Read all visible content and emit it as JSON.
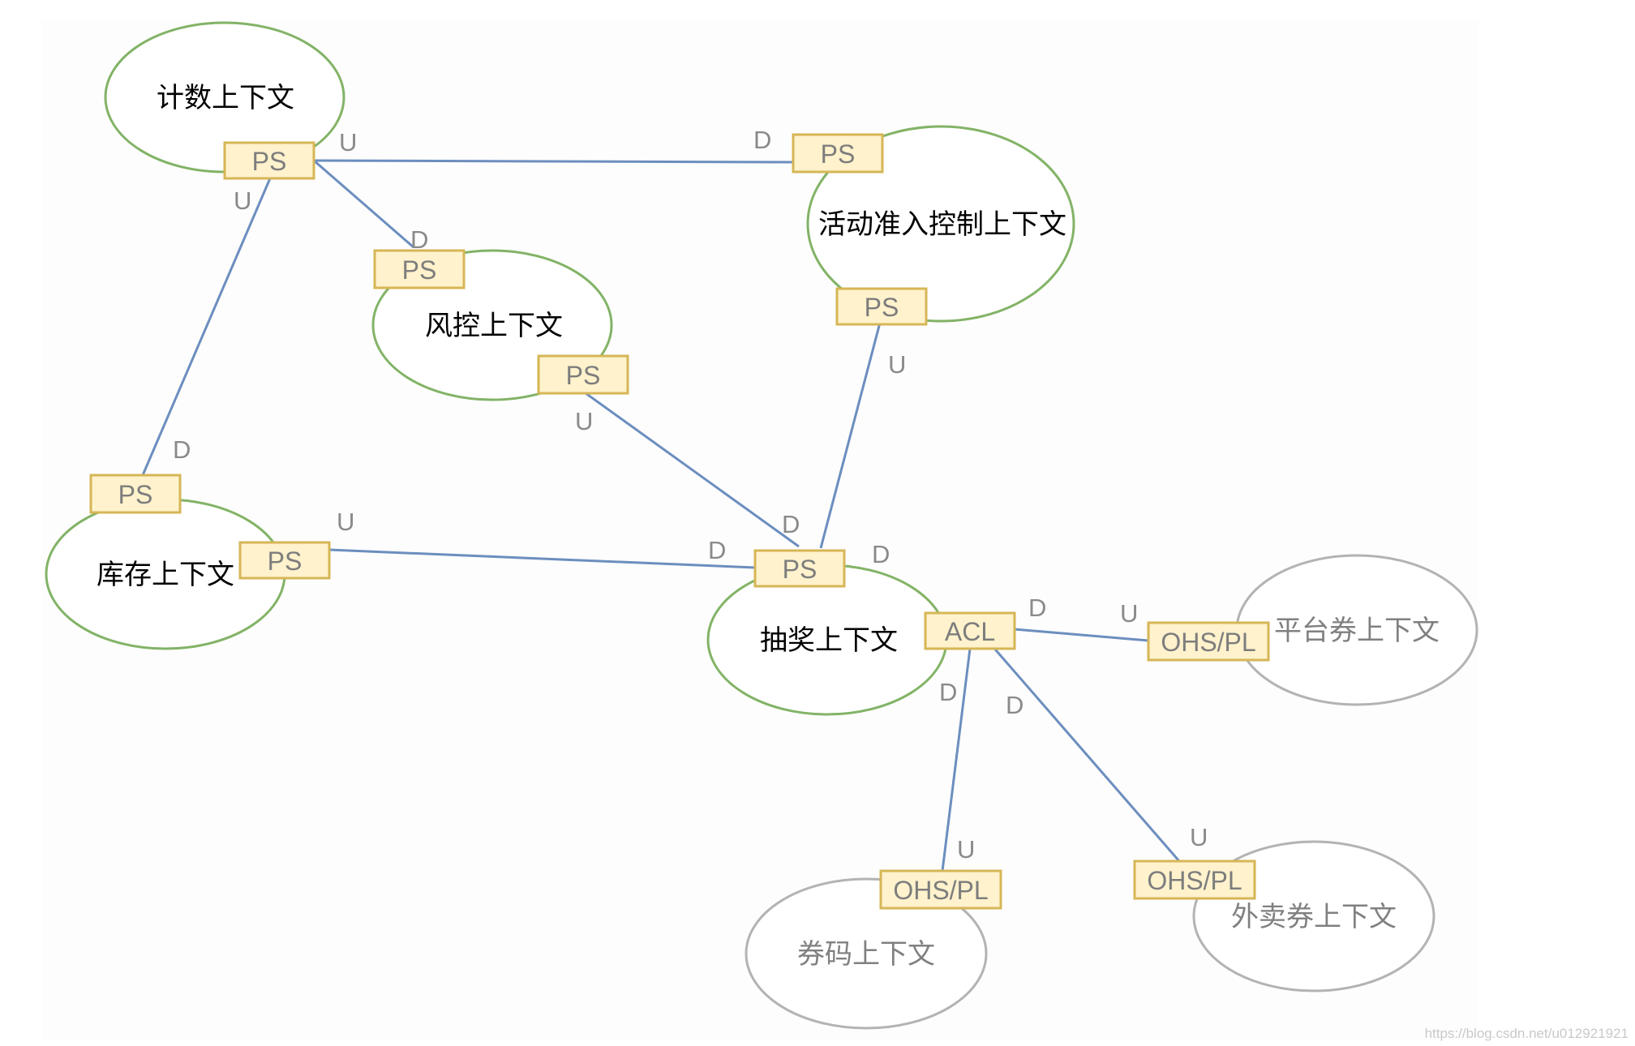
{
  "colors": {
    "active_border": "#82b366",
    "external_border": "#b3b3b3",
    "port_fill": "#fff2cc",
    "port_border": "#d6b656",
    "edge": "#6c8ebf"
  },
  "contexts": {
    "counting": "计数上下文",
    "activity_access": "活动准入控制上下文",
    "risk_control": "风控上下文",
    "inventory": "库存上下文",
    "lottery": "抽奖上下文",
    "platform_coupon": "平台券上下文",
    "coupon_code": "券码上下文",
    "takeout_coupon": "外卖券上下文"
  },
  "ports": {
    "ps": "PS",
    "acl": "ACL",
    "ohs_pl": "OHS/PL"
  },
  "relations": {
    "upstream": "U",
    "downstream": "D"
  },
  "watermark": "https://blog.csdn.net/u012921921"
}
